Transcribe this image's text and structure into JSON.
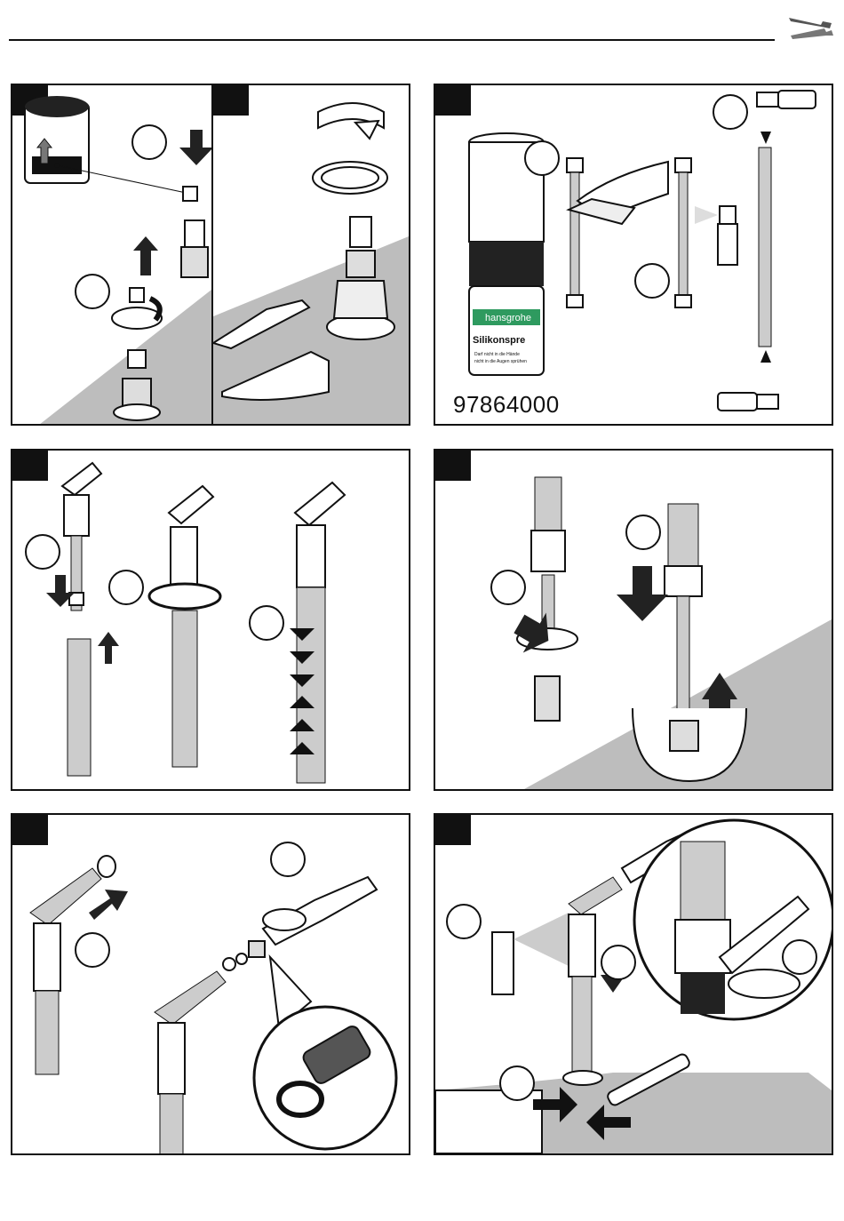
{
  "header": {
    "icon": "wrench-screwdriver-icon"
  },
  "panels": [
    {
      "id": "panel-1",
      "callouts": 2
    },
    {
      "id": "panel-2",
      "callouts": 3,
      "product": {
        "brand": "hansgrohe",
        "name": "Silikonspre",
        "fineprint_1": "Darf nicht in die Hände",
        "fineprint_2": "nicht in die Augen sprühen",
        "part_number": "97864000"
      }
    },
    {
      "id": "panel-3",
      "callouts": 3
    },
    {
      "id": "panel-4",
      "callouts": 2
    },
    {
      "id": "panel-5",
      "callouts": 2
    },
    {
      "id": "panel-6",
      "callouts": 4
    }
  ],
  "colors": {
    "ink": "#111111",
    "floor_shade": "#bdbdbd",
    "brand_green": "#2e9a5f"
  }
}
